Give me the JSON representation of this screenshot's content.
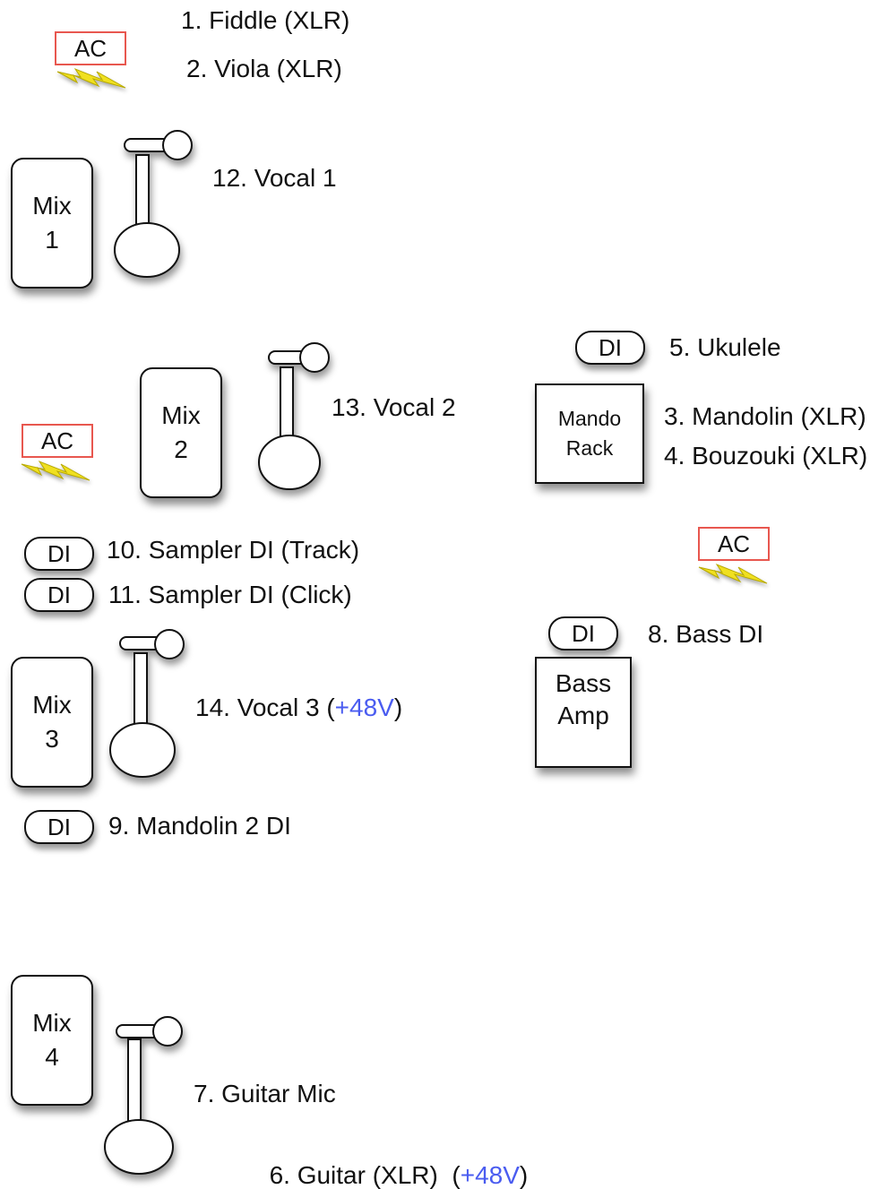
{
  "power": {
    "ac_label": "AC"
  },
  "inputs": {
    "fiddle": "1. Fiddle (XLR)",
    "viola": "2. Viola (XLR)",
    "vocal_1": "12. Vocal 1",
    "vocal_2": "13. Vocal 2",
    "ukulele": "5. Ukulele",
    "mandolin": "3. Mandolin (XLR)",
    "bouzouki": "4. Bouzouki (XLR)",
    "sampler_track": "10. Sampler DI (Track)",
    "sampler_click": "11. Sampler DI (Click)",
    "bass_di": "8. Bass DI",
    "vocal_3": "14. Vocal 3 (",
    "vocal_3_close": ")",
    "mandolin_2_di": "9. Mandolin 2 DI",
    "guitar_mic": "7. Guitar Mic",
    "guitar_xlr": "6. Guitar (XLR)  (",
    "guitar_xlr_close": ")"
  },
  "phantom_power": {
    "label": "+48V",
    "color": "#4a5cf0"
  },
  "monitors": {
    "mix_word": "Mix",
    "mix_1": "1",
    "mix_2": "2",
    "mix_3": "3",
    "mix_4": "4"
  },
  "di_box": {
    "label": "DI"
  },
  "racks": {
    "mando_line1": "Mando",
    "mando_line2": "Rack",
    "bass_line1": "Bass",
    "bass_line2": "Amp"
  },
  "colors": {
    "ac_border": "#e8574f",
    "lightning": "#f0e020"
  },
  "icons": {
    "microphone": "microphone-stand-icon",
    "lightning": "lightning-bolt-icon"
  }
}
